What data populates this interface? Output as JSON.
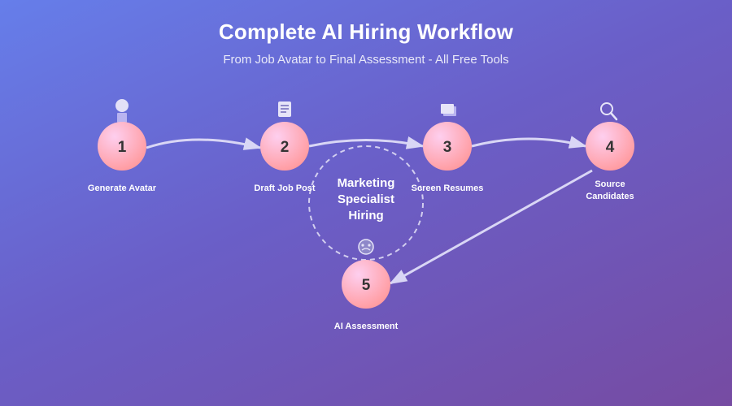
{
  "title": "Complete AI Hiring Workflow",
  "subtitle": "From Job Avatar to Final Assessment - All Free Tools",
  "center": {
    "lines": [
      "Marketing",
      "Specialist",
      "Hiring"
    ]
  },
  "steps": [
    {
      "number": "1",
      "label_lines": [
        "Generate Avatar"
      ],
      "icon": "person-icon"
    },
    {
      "number": "2",
      "label_lines": [
        "Draft Job Post"
      ],
      "icon": "document-icon"
    },
    {
      "number": "3",
      "label_lines": [
        "Screen Resumes"
      ],
      "icon": "stack-icon"
    },
    {
      "number": "4",
      "label_lines": [
        "Source",
        "Candidates"
      ],
      "icon": "search-icon"
    },
    {
      "number": "5",
      "label_lines": [
        "AI Assessment"
      ],
      "icon": "robot-icon"
    }
  ],
  "colors": {
    "node_fill_start": "#ff9a9e",
    "node_fill_end": "#fecfef",
    "node_text": "#333333",
    "connector": "#d6d6f5"
  }
}
